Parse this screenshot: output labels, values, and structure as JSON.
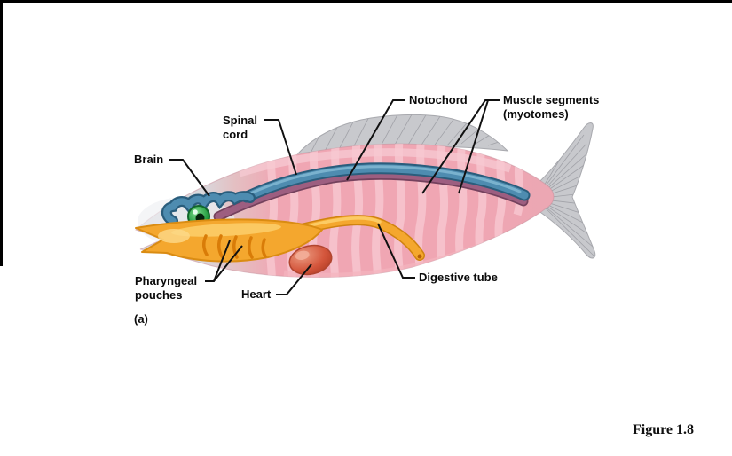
{
  "figure_caption": "Figure 1.8",
  "panel_label": "(a)",
  "labels": {
    "brain": "Brain",
    "spinal_cord": "Spinal cord",
    "notochord": "Notochord",
    "muscle_segments": "Muscle segments (myotomes)",
    "pharyngeal_pouches": "Pharyngeal pouches",
    "heart": "Heart",
    "digestive_tube": "Digestive tube"
  },
  "colors": {
    "body_pink": "#f0a6b3",
    "myotome_stripe": "#f7c5ce",
    "head_gray": "#d6d7db",
    "fin_gray": "#c8c9cd",
    "spinal_cord_blue": "#4e8cb0",
    "notochord_purple": "#9d5e80",
    "pharynx_orange": "#f4a72e",
    "heart_red": "#d4563c",
    "eye_green": "#2ba344",
    "leader_line": "#111111",
    "label_text": "#0a0a0a"
  }
}
